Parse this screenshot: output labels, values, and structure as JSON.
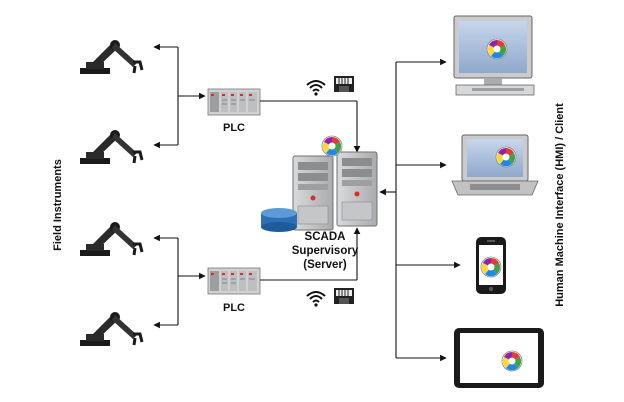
{
  "labels": {
    "left_side": "Field Instruments",
    "right_side": "Human Machine Interface (HMI) / Client",
    "plc_top": "PLC",
    "plc_bottom": "PLC",
    "server_line1": "SCADA",
    "server_line2": "Supervisory",
    "server_line3": "(Server)"
  },
  "icons": {
    "field_devices": [
      "robot-arm-icon",
      "robot-arm-icon",
      "robot-arm-icon",
      "robot-arm-icon"
    ],
    "controllers": [
      "plc-rack-icon",
      "plc-rack-icon"
    ],
    "network": [
      "wifi-icon",
      "ethernet-port-icon"
    ],
    "server": [
      "server-tower-icon",
      "server-tower-icon",
      "database-icon",
      "scada-logo-icon"
    ],
    "clients": [
      "desktop-monitor-icon",
      "laptop-icon",
      "smartphone-icon",
      "tablet-icon"
    ]
  },
  "colors": {
    "line": "#111111",
    "device_gray": "#b9bbbd",
    "device_dark": "#3a3a3a",
    "screen_blue": "#9fb7d8",
    "database_blue": "#2b6fb6",
    "logo_colors": [
      "#e53935",
      "#43a047",
      "#1e88e5",
      "#fdd835",
      "#8e24aa"
    ]
  }
}
